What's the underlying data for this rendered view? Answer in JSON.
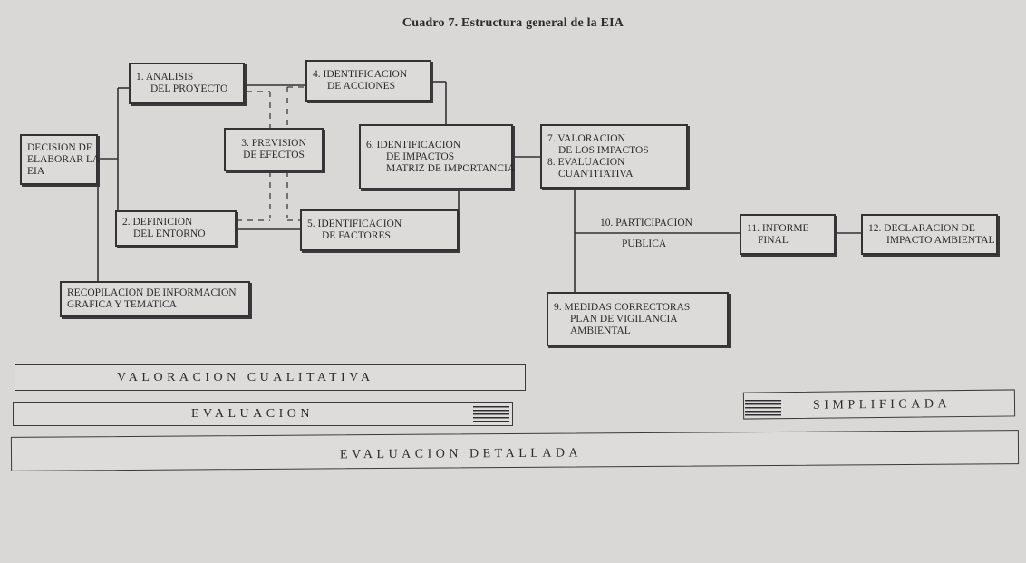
{
  "title": "Cuadro 7.    Estructura general de la EIA",
  "boxes": {
    "decision": [
      "DECISION DE",
      "ELABORAR LA",
      "EIA"
    ],
    "analisis": [
      "1. ANALISIS",
      "DEL PROYECTO"
    ],
    "definicion": [
      "2. DEFINICION",
      "DEL ENTORNO"
    ],
    "prevision": [
      "3. PREVISION",
      "DE EFECTOS"
    ],
    "acciones": [
      "4. IDENTIFICACION",
      "DE ACCIONES"
    ],
    "factores": [
      "5. IDENTIFICACION",
      "DE FACTORES"
    ],
    "impactos": [
      "6. IDENTIFICACION",
      "DE IMPACTOS",
      "MATRIZ DE IMPORTANCIA"
    ],
    "valoracion": [
      "7. VALORACION",
      "DE LOS IMPACTOS",
      "8. EVALUACION",
      "CUANTITATIVA"
    ],
    "medidas": [
      "9. MEDIDAS CORRECTORAS",
      "PLAN DE VIGILANCIA",
      "AMBIENTAL"
    ],
    "informe": [
      "11. INFORME",
      "FINAL"
    ],
    "declaracion": [
      "12. DECLARACION DE",
      "IMPACTO AMBIENTAL"
    ],
    "recopilacion": [
      "RECOPILACION DE INFORMACION",
      "GRAFICA Y TEMATICA"
    ]
  },
  "participacion": [
    "10. PARTICIPACION",
    "PUBLICA"
  ],
  "bands": {
    "cualitativa": "VALORACION CUALITATIVA",
    "evaluacion": "EVALUACION",
    "simplificada": "SIMPLIFICADA",
    "detallada": "EVALUACION DETALLADA"
  }
}
